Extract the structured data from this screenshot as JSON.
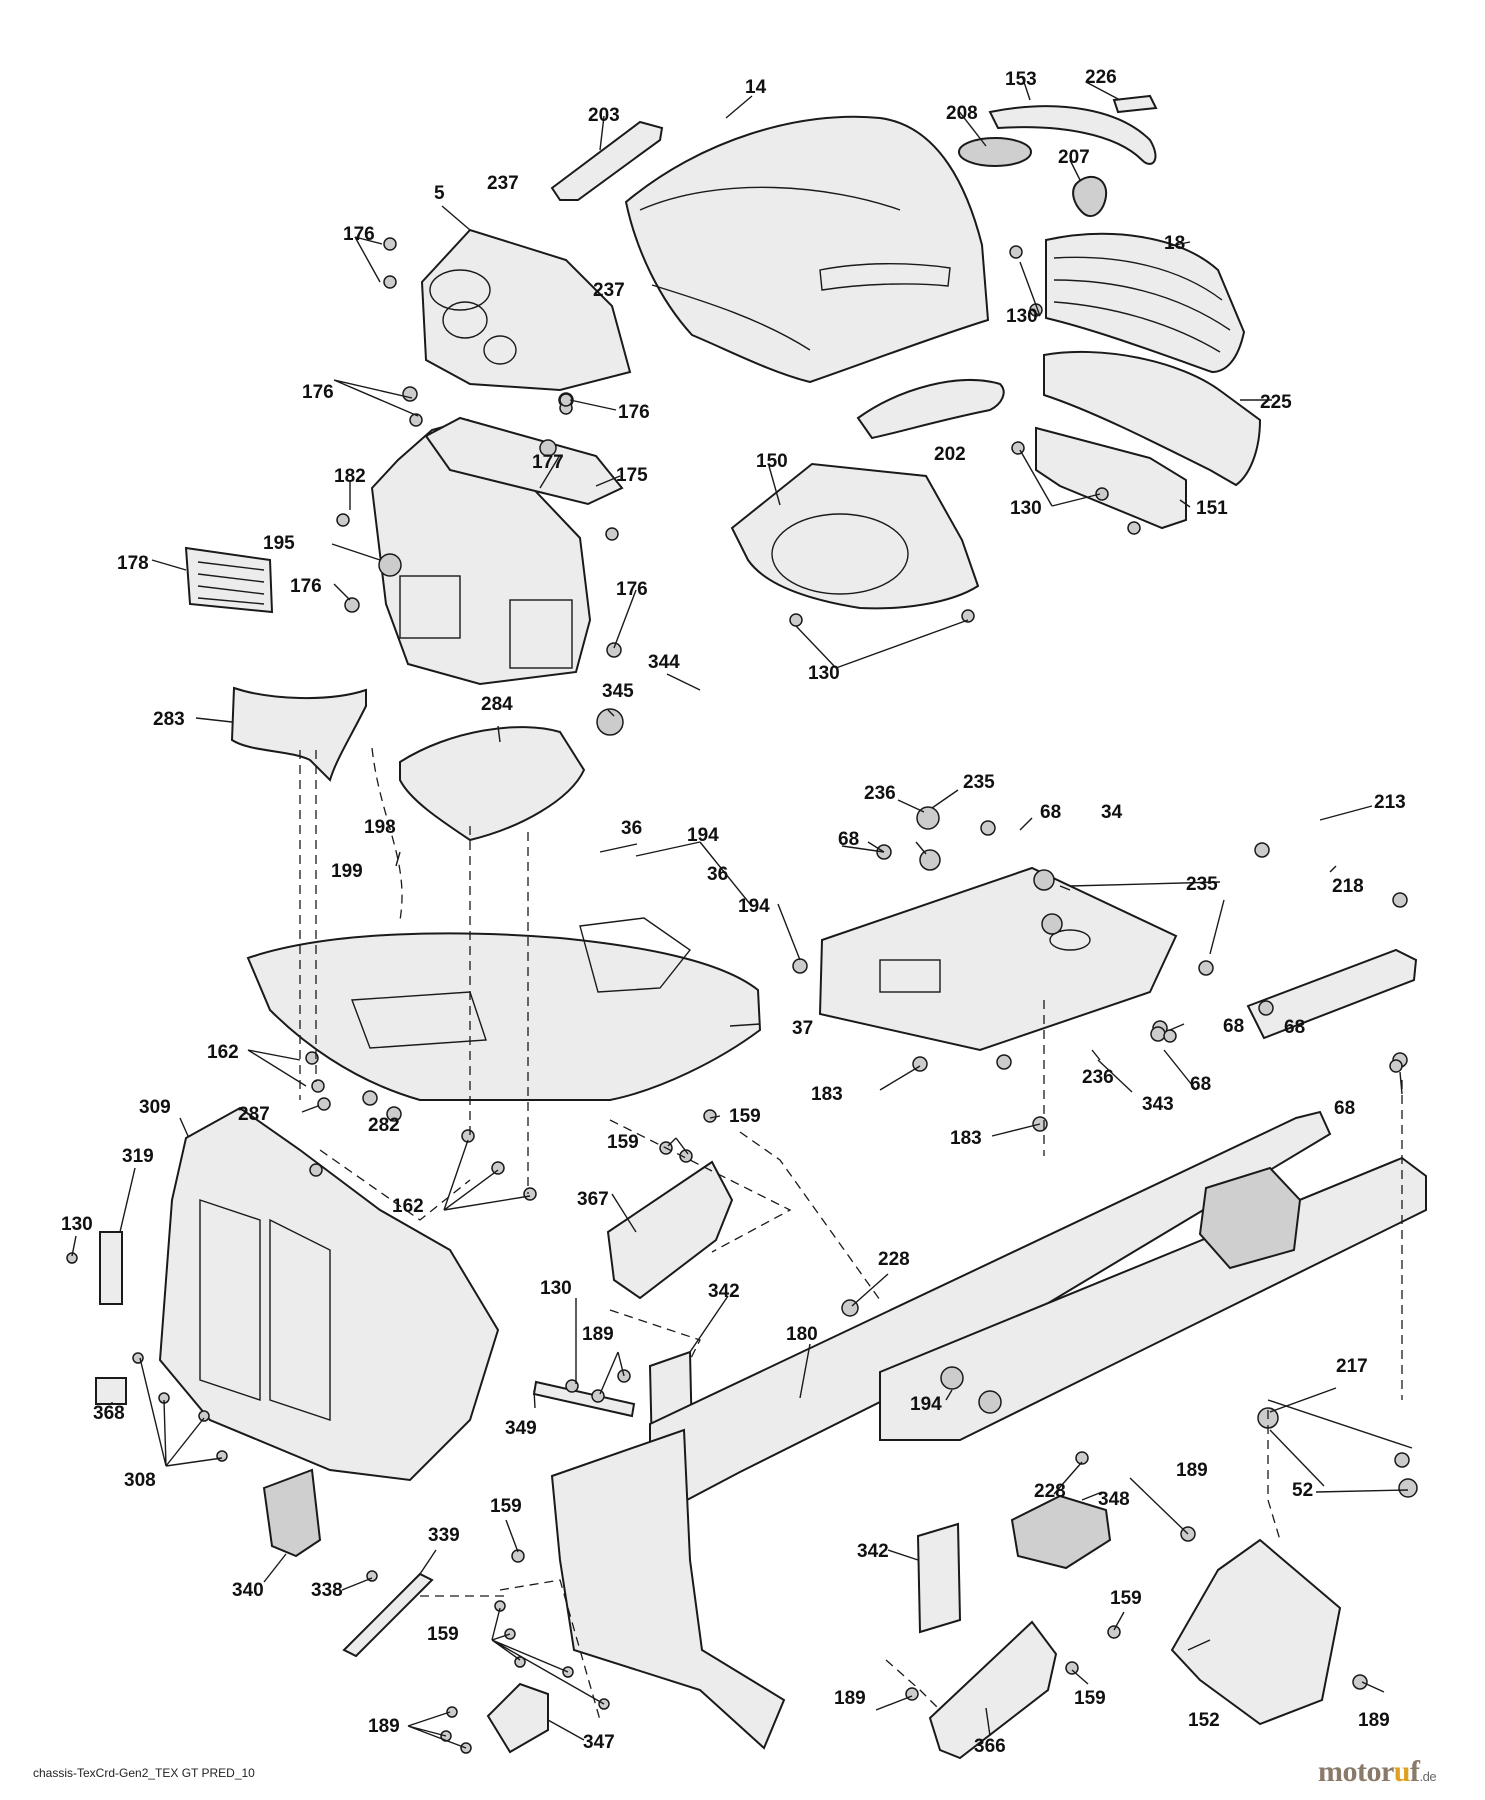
{
  "source_label": "chassis-TexCrd-Gen2_TEX GT PRED_10",
  "brand": {
    "name": "motor",
    "accent": "u",
    "name_end": "f",
    "tld": ".de"
  },
  "callouts": [
    {
      "id": "c14",
      "text": "14"
    },
    {
      "id": "c153",
      "text": "153"
    },
    {
      "id": "c226",
      "text": "226"
    },
    {
      "id": "c203",
      "text": "203"
    },
    {
      "id": "c208",
      "text": "208"
    },
    {
      "id": "c207",
      "text": "207"
    },
    {
      "id": "c5",
      "text": "5"
    },
    {
      "id": "c237a",
      "text": "237"
    },
    {
      "id": "c237b",
      "text": "237"
    },
    {
      "id": "c176a",
      "text": "176"
    },
    {
      "id": "c18",
      "text": "18"
    },
    {
      "id": "c130a",
      "text": "130"
    },
    {
      "id": "c176b",
      "text": "176"
    },
    {
      "id": "c225",
      "text": "225"
    },
    {
      "id": "c176c",
      "text": "176"
    },
    {
      "id": "c202",
      "text": "202"
    },
    {
      "id": "c177",
      "text": "177"
    },
    {
      "id": "c175",
      "text": "175"
    },
    {
      "id": "c182",
      "text": "182"
    },
    {
      "id": "c150",
      "text": "150"
    },
    {
      "id": "c130b",
      "text": "130"
    },
    {
      "id": "c151",
      "text": "151"
    },
    {
      "id": "c195",
      "text": "195"
    },
    {
      "id": "c178",
      "text": "178"
    },
    {
      "id": "c176d",
      "text": "176"
    },
    {
      "id": "c176e",
      "text": "176"
    },
    {
      "id": "c130c",
      "text": "130"
    },
    {
      "id": "c344",
      "text": "344"
    },
    {
      "id": "c345",
      "text": "345"
    },
    {
      "id": "c283",
      "text": "283"
    },
    {
      "id": "c284",
      "text": "284"
    },
    {
      "id": "c236a",
      "text": "236"
    },
    {
      "id": "c235a",
      "text": "235"
    },
    {
      "id": "c213",
      "text": "213"
    },
    {
      "id": "c198",
      "text": "198"
    },
    {
      "id": "c36a",
      "text": "36"
    },
    {
      "id": "c194a",
      "text": "194"
    },
    {
      "id": "c68a",
      "text": "68"
    },
    {
      "id": "c34",
      "text": "34"
    },
    {
      "id": "c68b",
      "text": "68"
    },
    {
      "id": "c199",
      "text": "199"
    },
    {
      "id": "c36b",
      "text": "36"
    },
    {
      "id": "c235b",
      "text": "235"
    },
    {
      "id": "c218",
      "text": "218"
    },
    {
      "id": "c194b",
      "text": "194"
    },
    {
      "id": "c37",
      "text": "37"
    },
    {
      "id": "c68c",
      "text": "68"
    },
    {
      "id": "c68d",
      "text": "68"
    },
    {
      "id": "c162a",
      "text": "162"
    },
    {
      "id": "c236b",
      "text": "236"
    },
    {
      "id": "c183a",
      "text": "183"
    },
    {
      "id": "c343",
      "text": "343"
    },
    {
      "id": "c68e",
      "text": "68"
    },
    {
      "id": "c309",
      "text": "309"
    },
    {
      "id": "c287",
      "text": "287"
    },
    {
      "id": "c68f",
      "text": "68"
    },
    {
      "id": "c183b",
      "text": "183"
    },
    {
      "id": "c159a",
      "text": "159"
    },
    {
      "id": "c282",
      "text": "282"
    },
    {
      "id": "c159b",
      "text": "159"
    },
    {
      "id": "c319",
      "text": "319"
    },
    {
      "id": "c130d",
      "text": "130"
    },
    {
      "id": "c162b",
      "text": "162"
    },
    {
      "id": "c367",
      "text": "367"
    },
    {
      "id": "c228a",
      "text": "228"
    },
    {
      "id": "c130e",
      "text": "130"
    },
    {
      "id": "c342a",
      "text": "342"
    },
    {
      "id": "c189a",
      "text": "189"
    },
    {
      "id": "c180",
      "text": "180"
    },
    {
      "id": "c217",
      "text": "217"
    },
    {
      "id": "c194c",
      "text": "194"
    },
    {
      "id": "c368",
      "text": "368"
    },
    {
      "id": "c349",
      "text": "349"
    },
    {
      "id": "c308",
      "text": "308"
    },
    {
      "id": "c189b",
      "text": "189"
    },
    {
      "id": "c228b",
      "text": "228"
    },
    {
      "id": "c52",
      "text": "52"
    },
    {
      "id": "c348",
      "text": "348"
    },
    {
      "id": "c159c",
      "text": "159"
    },
    {
      "id": "c339",
      "text": "339"
    },
    {
      "id": "c342b",
      "text": "342"
    },
    {
      "id": "c340",
      "text": "340"
    },
    {
      "id": "c338",
      "text": "338"
    },
    {
      "id": "c159d",
      "text": "159"
    },
    {
      "id": "c159e",
      "text": "159"
    },
    {
      "id": "c189c",
      "text": "189"
    },
    {
      "id": "c159f",
      "text": "159"
    },
    {
      "id": "c189d",
      "text": "189"
    },
    {
      "id": "c152",
      "text": "152"
    },
    {
      "id": "c189e",
      "text": "189"
    },
    {
      "id": "c366",
      "text": "366"
    },
    {
      "id": "c347",
      "text": "347"
    }
  ]
}
